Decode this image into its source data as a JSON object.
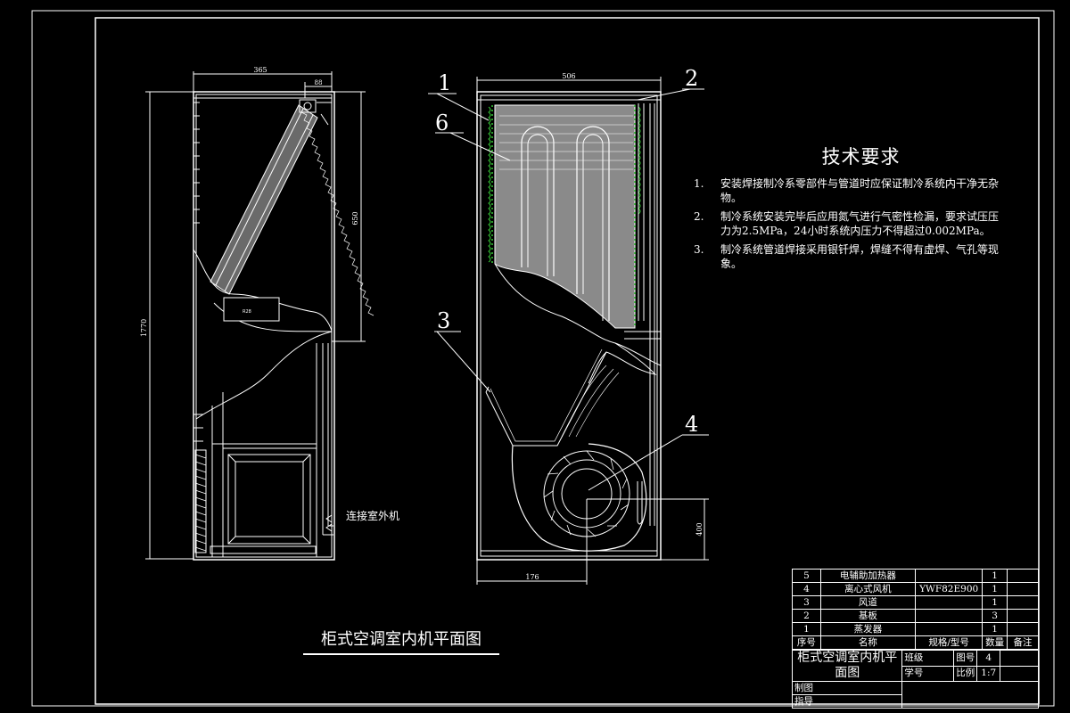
{
  "drawing": {
    "title": "柜式空调室内机平面图",
    "dims_left": {
      "width": "365",
      "inner": "88",
      "height_total": "1770",
      "height_upper": "650",
      "label_box": "R28"
    },
    "dims_right": {
      "width": "506",
      "bottom_width": "176",
      "height_fan": "400"
    },
    "callouts": [
      "1",
      "6",
      "2",
      "3",
      "4"
    ],
    "pipe_label": "连接室外机"
  },
  "notes": {
    "title": "技术要求",
    "items": [
      {
        "num": "1.",
        "text": "安装焊接制冷系零部件与管道时应保证制冷系统内干净无杂物。"
      },
      {
        "num": "2.",
        "text": "制冷系统安装完毕后应用氮气进行气密性检漏，要求试压压力为2.5MPa，24小时系统内压力不得超过0.002MPa。"
      },
      {
        "num": "3.",
        "text": "制冷系统管道焊接采用银钎焊，焊缝不得有虚焊、气孔等现象。"
      }
    ]
  },
  "title_block": {
    "rows": [
      {
        "no": "5",
        "name": "电辅助加热器",
        "spec": "",
        "qty": "1",
        "note": ""
      },
      {
        "no": "4",
        "name": "离心式风机",
        "spec": "YWF82E900",
        "qty": "1",
        "note": ""
      },
      {
        "no": "3",
        "name": "风道",
        "spec": "",
        "qty": "1",
        "note": ""
      },
      {
        "no": "2",
        "name": "基板",
        "spec": "",
        "qty": "3",
        "note": ""
      },
      {
        "no": "1",
        "name": "蒸发器",
        "spec": "",
        "qty": "1",
        "note": ""
      }
    ],
    "header": {
      "no": "序号",
      "name": "名称",
      "spec": "规格/型号",
      "qty": "数量",
      "note": "备注"
    },
    "part_name": "柜式空调室内机平面图",
    "class_label": "班级",
    "id_label": "学号",
    "drawing_no_label": "图号",
    "drawing_no": "4",
    "scale_label": "比例",
    "scale": "1:7",
    "draw_label": "制图",
    "check_label": "指导"
  },
  "colors": {
    "line": "#ffffff",
    "coil": "#36c936",
    "shade": "#8a8a8a",
    "frame": "#ffffff"
  }
}
